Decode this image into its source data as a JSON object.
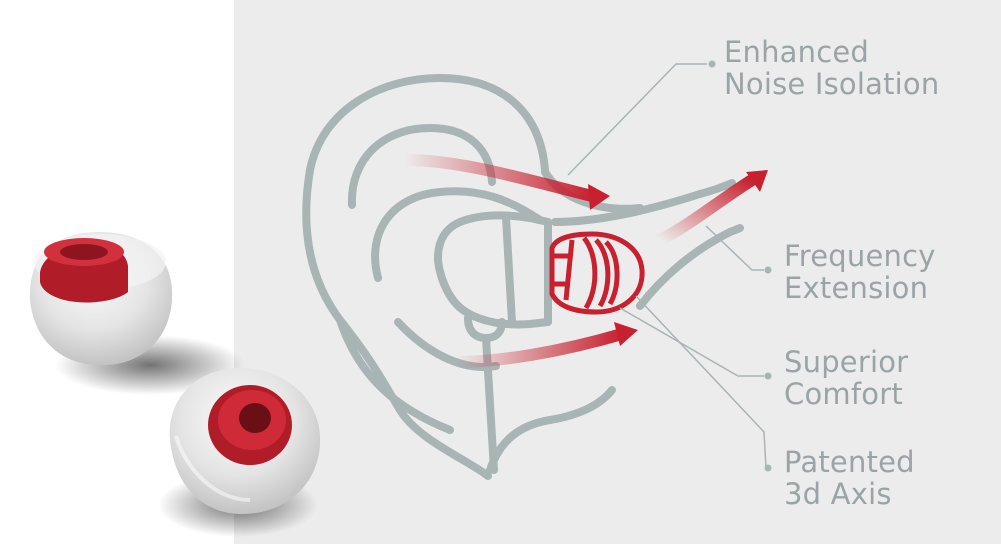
{
  "features": [
    {
      "lines": [
        "Enhanced",
        "Noise Isolation"
      ]
    },
    {
      "lines": [
        "Frequency",
        "Extension"
      ]
    },
    {
      "lines": [
        "Superior",
        "Comfort"
      ]
    },
    {
      "lines": [
        "Patented",
        "3d Axis"
      ]
    }
  ],
  "colors": {
    "background_panel": "#ececec",
    "outline": "#a9b4b5",
    "accent_red": "#c8202f",
    "label_text": "#9aa4a6"
  }
}
